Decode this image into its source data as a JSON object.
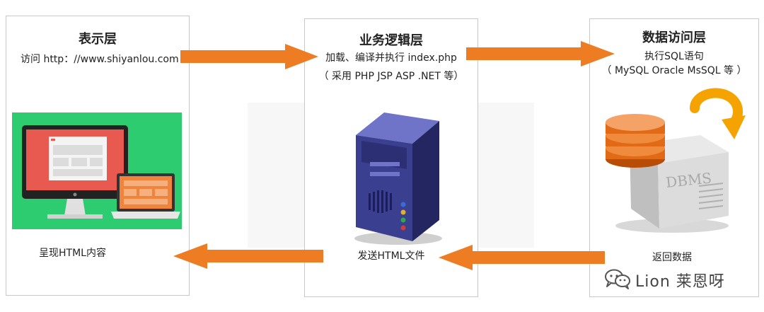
{
  "diagram": {
    "left": {
      "title": "表示层",
      "access_text": "访问 http：//www.shiyanlou.com",
      "bottom_text": "呈现HTML内容"
    },
    "middle": {
      "title": "业务逻辑层",
      "line1": "加载、编译并执行 index.php",
      "line2": "（ 采用 PHP JSP ASP .NET 等）",
      "bottom_text": "发送HTML文件"
    },
    "right": {
      "title": "数据访问层",
      "line1": "执行SQL语句",
      "line2": "（ MySQL Oracle MsSQL 等 ）",
      "server_label": "DBMS",
      "bottom_text": "返回数据"
    },
    "colors": {
      "arrow": "#ee7c22",
      "monitor_bg": "#2ecc71",
      "monitor_frame": "#222222",
      "monitor_screen": "#e85a4f",
      "laptop_screen": "#f0843c",
      "server_body": "#3b3f8f",
      "db_disk": "#e06a15",
      "refresh_arrow": "#f5a300"
    }
  },
  "watermark": {
    "text": "Lion 莱恩呀",
    "icon": "wechat-icon"
  }
}
